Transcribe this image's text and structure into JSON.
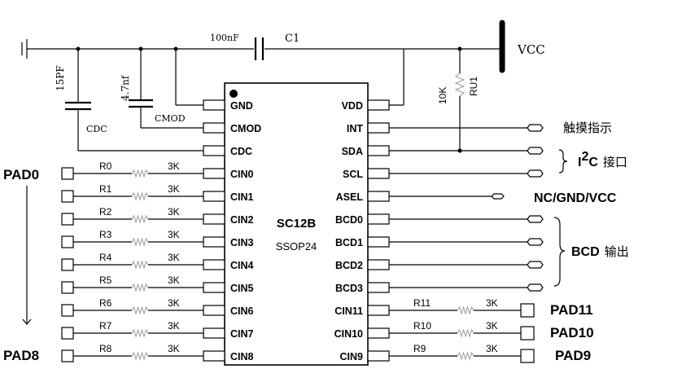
{
  "supply": {
    "vcc_label": "VCC"
  },
  "capacitors": {
    "c1_value": "100nF",
    "c1_name": "C1",
    "cdc_value": "15PF",
    "cdc_name": "CDC",
    "cmod_value": "4.7nf",
    "cmod_name": "CMOD"
  },
  "pullup": {
    "value": "10K",
    "name": "RU1"
  },
  "chip": {
    "name": "SC12B",
    "package": "SSOP24"
  },
  "left_pins": [
    "GND",
    "CMOD",
    "CDC",
    "CIN0",
    "CIN1",
    "CIN2",
    "CIN3",
    "CIN4",
    "CIN5",
    "CIN6",
    "CIN7",
    "CIN8"
  ],
  "right_pins": [
    "VDD",
    "INT",
    "SDA",
    "SCL",
    "ASEL",
    "BCD0",
    "BCD1",
    "BCD2",
    "BCD3",
    "CIN11",
    "CIN10",
    "CIN9"
  ],
  "left_resistors": [
    {
      "name": "R0",
      "value": "3K"
    },
    {
      "name": "R1",
      "value": "3K"
    },
    {
      "name": "R2",
      "value": "3K"
    },
    {
      "name": "R3",
      "value": "3K"
    },
    {
      "name": "R4",
      "value": "3K"
    },
    {
      "name": "R5",
      "value": "3K"
    },
    {
      "name": "R6",
      "value": "3K"
    },
    {
      "name": "R7",
      "value": "3K"
    },
    {
      "name": "R8",
      "value": "3K"
    }
  ],
  "right_resistors": [
    {
      "name": "R11",
      "value": "3K"
    },
    {
      "name": "R10",
      "value": "3K"
    },
    {
      "name": "R9",
      "value": "3K"
    }
  ],
  "pads": {
    "pad0": "PAD0",
    "pad8": "PAD8",
    "pad11": "PAD11",
    "pad10": "PAD10",
    "pad9": "PAD9"
  },
  "annotations": {
    "touch_indicator": "触摸指示",
    "i2c_i": "I",
    "i2c_sup": "2",
    "i2c_c": "C",
    "i2c_rest": "接口",
    "asel_options": "NC/GND/VCC",
    "bcd_label": "BCD",
    "bcd_rest": "输出"
  }
}
